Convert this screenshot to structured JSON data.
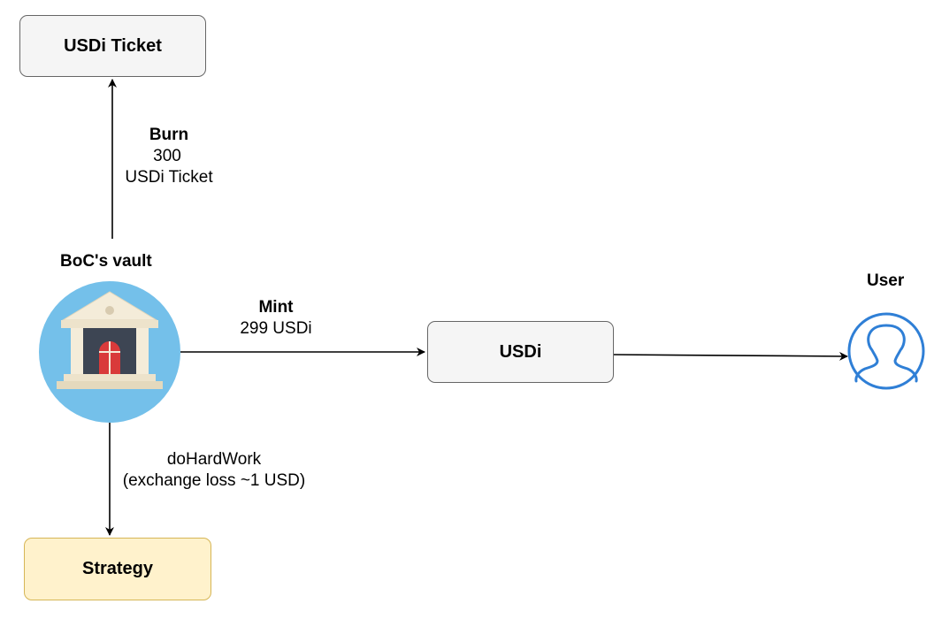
{
  "nodes": {
    "ticket": "USDi Ticket",
    "usdi": "USDi",
    "strategy": "Strategy"
  },
  "actors": {
    "vault": {
      "label": "BoC's vault",
      "icon": "bank-icon"
    },
    "user": {
      "label": "User",
      "icon": "user-icon"
    }
  },
  "edges": {
    "burn": {
      "title": "Burn",
      "amount": "300",
      "unit": "USDi Ticket"
    },
    "mint": {
      "title": "Mint",
      "amount": "299 USDi"
    },
    "hardwork": {
      "title": "doHardWork",
      "detail": "(exchange loss ~1 USD)"
    }
  },
  "colors": {
    "vault_circle": "#74c0ea",
    "user_outline": "#2f7fd6",
    "box_fill": "#f5f5f5",
    "box_border": "#666666",
    "strategy_fill": "#fff2cc",
    "strategy_border": "#d6b656"
  }
}
